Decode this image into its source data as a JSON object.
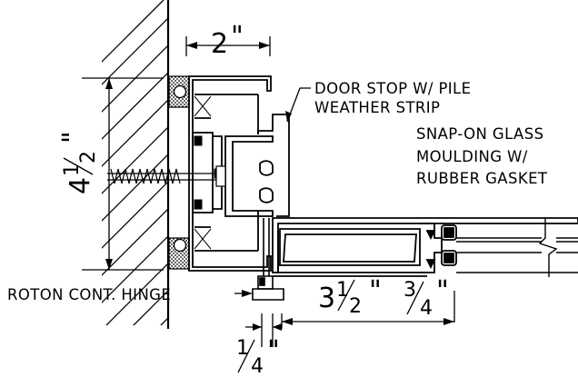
{
  "labels": {
    "door_stop": "DOOR STOP W/ PILE",
    "weather_strip": "WEATHER STRIP",
    "snap_on": "SNAP-ON GLASS",
    "moulding": "MOULDING W/",
    "rubber": "RUBBER GASKET",
    "roton": "ROTON CONT. HINGE"
  },
  "dims": {
    "top_width": "2",
    "height_whole": "4",
    "height_num": "1",
    "height_den": "2",
    "mid_whole": "3",
    "mid_num": "1",
    "mid_den": "2",
    "right_num": "3",
    "right_den": "4",
    "bottom_num": "1",
    "bottom_den": "4",
    "inch": "\""
  }
}
